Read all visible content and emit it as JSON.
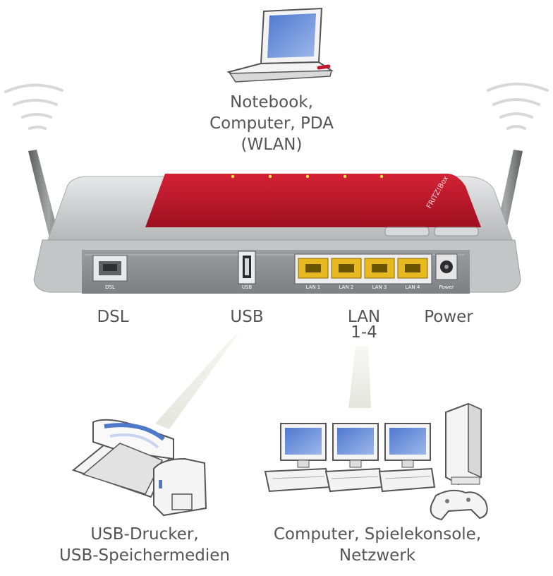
{
  "top": {
    "line1": "Notebook,",
    "line2": "Computer, PDA",
    "line3": "(WLAN)"
  },
  "ports": {
    "dsl": "DSL",
    "usb": "USB",
    "lan_line1": "LAN",
    "lan_line2": "1-4",
    "power": "Power"
  },
  "router_port_labels": {
    "dsl": "DSL",
    "usb": "USB",
    "lan1": "LAN 1",
    "lan2": "LAN 2",
    "lan3": "LAN 3",
    "lan4": "LAN 4",
    "power": "Power"
  },
  "bottom_left": {
    "line1": "USB-Drucker,",
    "line2": "USB-Speichermedien"
  },
  "bottom_right": {
    "line1": "Computer, Spielekonsole,",
    "line2": "Netzwerk"
  },
  "colors": {
    "router_red": "#c0182a",
    "router_grey": "#c9cbcd",
    "lan_yellow": "#e8b820",
    "text": "#555555",
    "screen_blue": "#6f92d8"
  }
}
